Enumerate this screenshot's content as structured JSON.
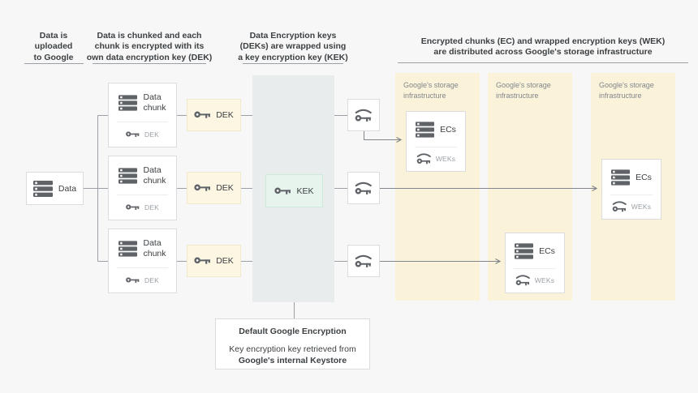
{
  "headers": [
    {
      "text": "Data is\nuploaded\nto Google"
    },
    {
      "text": "Data is chunked and each\nchunk is encrypted with its\nown data encryption key (DEK)"
    },
    {
      "text": "Data Encryption keys\n(DEKs) are wrapped using\na key encryption key (KEK)"
    },
    {
      "text": "Encrypted chunks (EC) and wrapped encryption keys (WEK)\nare distributed across Google's storage infrastructure"
    }
  ],
  "nodes": {
    "data_label": "Data",
    "chunk_title": "Data\nchunk",
    "chunk_key_label": "DEK",
    "dek_label": "DEK",
    "kek_label": "KEK",
    "ec_title": "ECs",
    "ec_key_label": "WEKs",
    "storage_label": "Google's storage\ninfrastructure"
  },
  "caption": {
    "title": "Default Google Encryption",
    "body_line1": "Key encryption key retrieved from",
    "body_line2": "Google's internal Keystore"
  },
  "colors": {
    "background": "#f7f7f7",
    "storage_column": "#faf3da",
    "dek_fill": "#fcf6e3",
    "kek_fill": "#e7f4ed",
    "kek_border": "#cfe9db",
    "keystore_band": "#e8eced",
    "connector": "#9aa0a6",
    "box_border": "#dadce0",
    "icon": "#5f6368",
    "text_dark": "#3c4043",
    "text_gray": "#80868b",
    "text_light_gray": "#9aa0a6"
  }
}
